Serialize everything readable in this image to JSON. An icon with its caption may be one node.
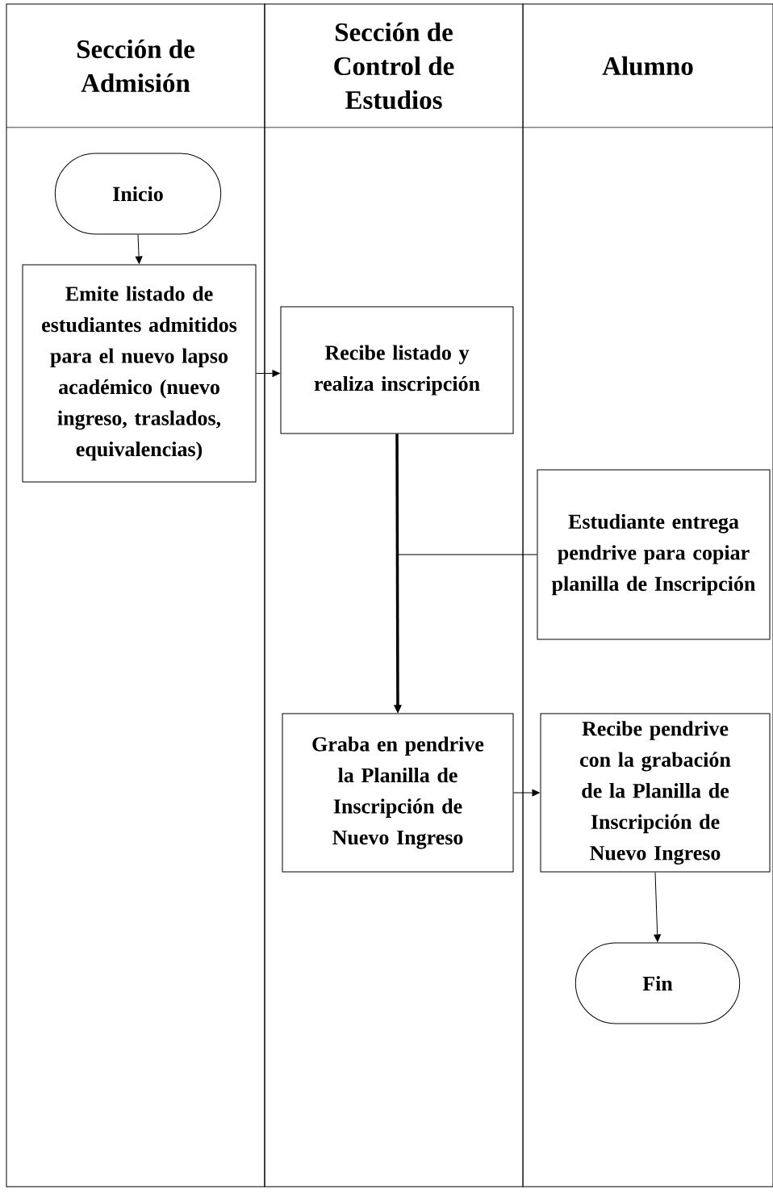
{
  "diagram": {
    "nodes": [
      {
        "text": [
          "Sección de Admisión"
        ]
      },
      {
        "text": [
          "Sección de Control de Estudios"
        ]
      },
      {
        "text": [
          "Alumno"
        ]
      },
      {
        "text": [
          "Inicio"
        ],
        "in": 0
      },
      {
        "text": [
          "Emite listado de estudiantes admitidos para el nuevo lapso académico (nuevo ingreso, traslados, equivalencias)"
        ],
        "in": 0
      },
      {
        "text": [
          "Recibe listado y realiza inscripción"
        ],
        "in": 1
      },
      {
        "text": [
          "Estudiante entrega pendrive para copiar planilla de Inscripción"
        ],
        "in": 2
      },
      {
        "text": [
          "Graba en pendrive la Planilla de Inscripción de Nuevo Ingreso"
        ],
        "in": 1
      },
      {
        "text": [
          "Recibe pendrive con la grabación de la Planilla de Inscripción de Nuevo Ingreso"
        ],
        "in": 2
      },
      {
        "text": [
          "Fin"
        ],
        "in": 2
      }
    ],
    "edges": [
      {
        "from": 3,
        "to": 4,
        "arrow": "to"
      },
      {
        "from": 4,
        "to": 5,
        "arrow": "to"
      },
      {
        "from": 5,
        "to": 7,
        "arrow": "to",
        "style": "thick"
      },
      {
        "from": 6,
        "to": 7,
        "arrow": "to"
      },
      {
        "from": 7,
        "to": 8,
        "arrow": "to"
      },
      {
        "from": 8,
        "to": 9,
        "arrow": "to"
      }
    ]
  }
}
